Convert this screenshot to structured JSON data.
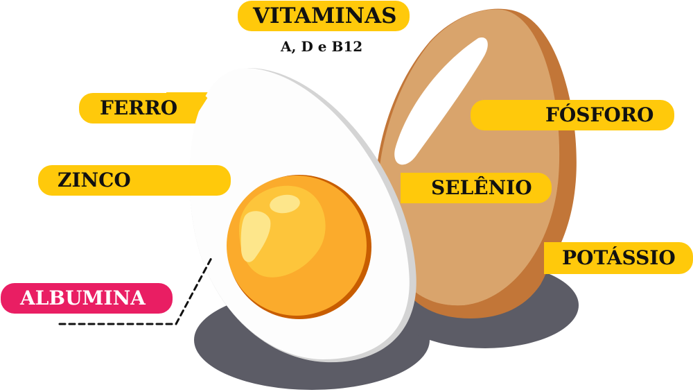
{
  "diagram": {
    "subject": "egg-nutrients",
    "colors": {
      "label_yellow": "#ffc90b",
      "label_pink": "#e91e63",
      "shell_light": "#d9a46c",
      "shell_dark": "#c27638",
      "yolk_outer": "#fbab2c",
      "yolk_inner": "#fdc53b",
      "yolk_shadow": "#c85d00",
      "highlight": "#fde68b",
      "white": "#fdfdfd",
      "white_edge": "#d4d4d4",
      "shadow": "#5c5c66"
    },
    "labels": {
      "vitaminas": "VITAMINAS",
      "vitaminas_sub": "A, D e B12",
      "ferro": "FERRO",
      "zinco": "ZINCO",
      "albumina": "ALBUMINA",
      "fosforo": "FÓSFORO",
      "selenio": "SELÊNIO",
      "potassio": "POTÁSSIO"
    }
  }
}
